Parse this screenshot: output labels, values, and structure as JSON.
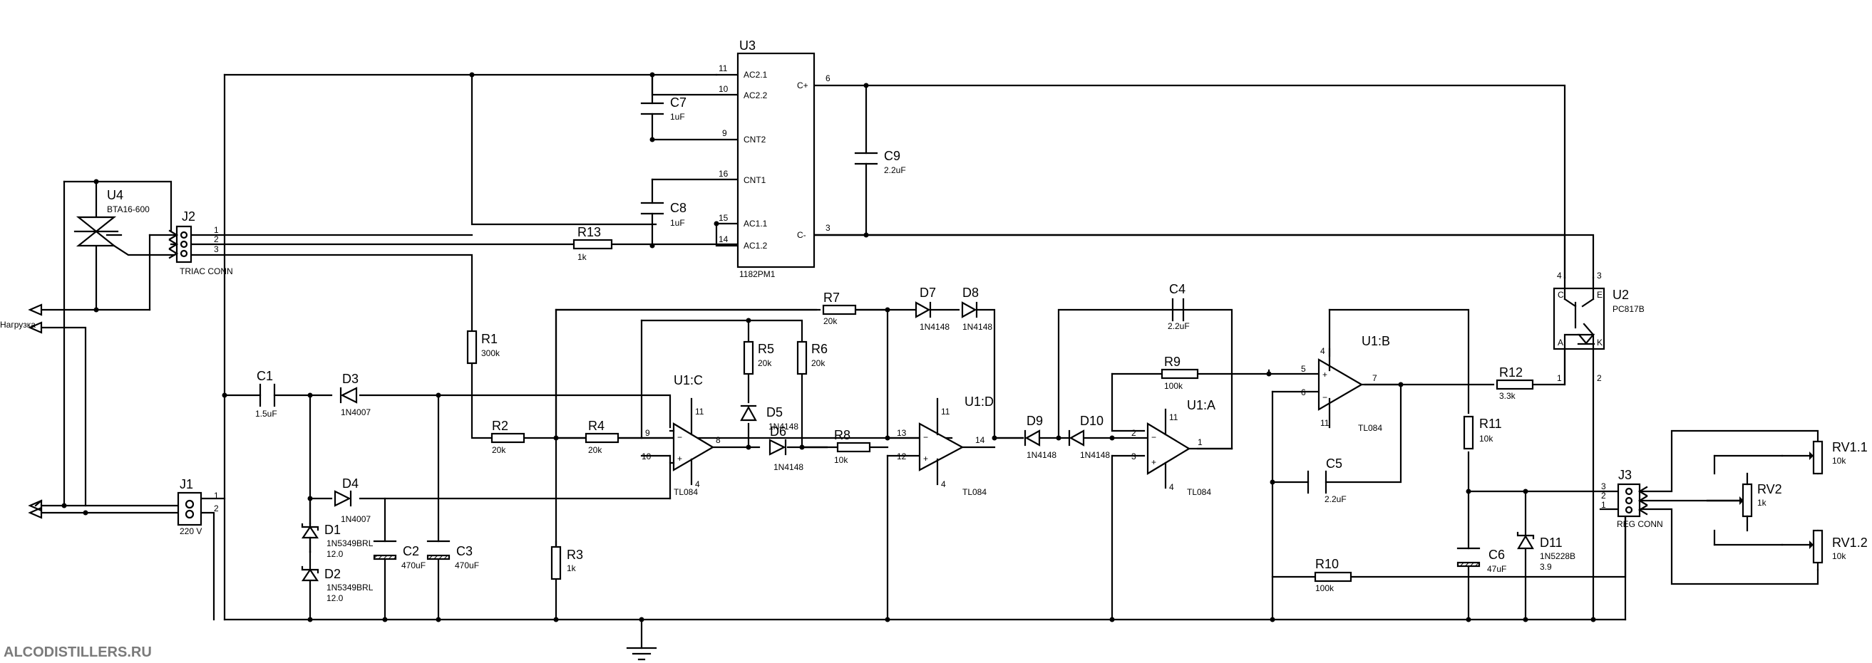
{
  "watermark": "ALCODISTILLERS.RU",
  "net_label_load": "Нагрузка",
  "components": {
    "U3": {
      "ref": "U3",
      "value": "1182PM1",
      "pins": {
        "ac21": "AC2.1",
        "ac22": "AC2.2",
        "cnt2": "CNT2",
        "cnt1": "CNT1",
        "ac11": "AC1.1",
        "ac12": "AC1.2",
        "cp": "C+",
        "cm": "C-"
      },
      "pin_numbers": {
        "ac21": "11",
        "ac22": "10",
        "cnt2": "9",
        "cnt1": "16",
        "ac11": "15",
        "ac12": "14",
        "cp": "6",
        "cm": "3"
      }
    },
    "U4": {
      "ref": "U4",
      "value": "BTA16-600"
    },
    "J1": {
      "ref": "J1",
      "value": "220 V",
      "pin_numbers": [
        "1",
        "2"
      ]
    },
    "J2": {
      "ref": "J2",
      "value": "TRIAC CONN",
      "pin_numbers": [
        "1",
        "2",
        "3"
      ]
    },
    "J3": {
      "ref": "J3",
      "value": "REG CONN",
      "pin_numbers": [
        "3",
        "2",
        "1"
      ]
    },
    "U2": {
      "ref": "U2",
      "value": "PC817B",
      "pins": {
        "c": "C",
        "e": "E",
        "a": "A",
        "k": "K"
      },
      "pin_numbers": [
        "4",
        "3",
        "1",
        "2"
      ]
    },
    "C1": {
      "ref": "C1",
      "value": "1.5uF"
    },
    "C2": {
      "ref": "C2",
      "value": "470uF"
    },
    "C3": {
      "ref": "C3",
      "value": "470uF"
    },
    "C4": {
      "ref": "C4",
      "value": "2.2uF"
    },
    "C5": {
      "ref": "C5",
      "value": "2.2uF"
    },
    "C6": {
      "ref": "C6",
      "value": "47uF"
    },
    "C7": {
      "ref": "C7",
      "value": "1uF"
    },
    "C8": {
      "ref": "C8",
      "value": "1uF"
    },
    "C9": {
      "ref": "C9",
      "value": "2.2uF"
    },
    "R1": {
      "ref": "R1",
      "value": "300k"
    },
    "R2": {
      "ref": "R2",
      "value": "20k"
    },
    "R3": {
      "ref": "R3",
      "value": "1k"
    },
    "R4": {
      "ref": "R4",
      "value": "20k"
    },
    "R5": {
      "ref": "R5",
      "value": "20k"
    },
    "R6": {
      "ref": "R6",
      "value": "20k"
    },
    "R7": {
      "ref": "R7",
      "value": "20k"
    },
    "R8": {
      "ref": "R8",
      "value": "10k"
    },
    "R9": {
      "ref": "R9",
      "value": "100k"
    },
    "R10": {
      "ref": "R10",
      "value": "100k"
    },
    "R11": {
      "ref": "R11",
      "value": "10k"
    },
    "R12": {
      "ref": "R12",
      "value": "3.3k"
    },
    "R13": {
      "ref": "R13",
      "value": "1k"
    },
    "D1": {
      "ref": "D1",
      "value": "1N5349BRL",
      "value2": "12.0"
    },
    "D2": {
      "ref": "D2",
      "value": "1N5349BRL",
      "value2": "12.0"
    },
    "D3": {
      "ref": "D3",
      "value": "1N4007"
    },
    "D4": {
      "ref": "D4",
      "value": "1N4007"
    },
    "D5": {
      "ref": "D5",
      "value": "1N4148"
    },
    "D6": {
      "ref": "D6",
      "value": "1N4148"
    },
    "D7": {
      "ref": "D7",
      "value": "1N4148"
    },
    "D8": {
      "ref": "D8",
      "value": "1N4148"
    },
    "D9": {
      "ref": "D9",
      "value": "1N4148"
    },
    "D10": {
      "ref": "D10",
      "value": "1N4148"
    },
    "D11": {
      "ref": "D11",
      "value": "1N5228B",
      "value2": "3.9"
    },
    "U1C": {
      "ref": "U1:C",
      "value": "TL084",
      "pins": [
        "9",
        "10",
        "8",
        "11",
        "4"
      ]
    },
    "U1D": {
      "ref": "U1:D",
      "value": "TL084",
      "pins": [
        "13",
        "12",
        "14",
        "11",
        "4"
      ]
    },
    "U1A": {
      "ref": "U1:A",
      "value": "TL084",
      "pins": [
        "2",
        "3",
        "1",
        "11",
        "4"
      ]
    },
    "U1B": {
      "ref": "U1:B",
      "value": "TL084",
      "pins": [
        "5",
        "6",
        "7",
        "4",
        "11"
      ]
    },
    "RV1_1": {
      "ref": "RV1.1",
      "value": "10k"
    },
    "RV1_2": {
      "ref": "RV1.2",
      "value": "10k"
    },
    "RV2": {
      "ref": "RV2",
      "value": "1k"
    }
  }
}
